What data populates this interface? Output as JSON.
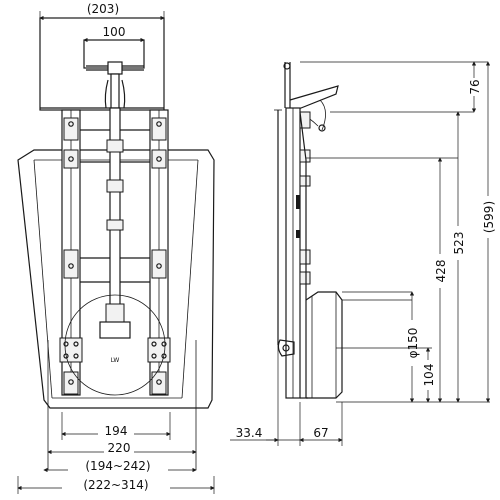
{
  "front_view": {
    "dim_top_width": "(203)",
    "dim_handle_width": "100",
    "dim_inner_width": "194",
    "dim_body_width": "220",
    "dim_range_width": "(194~242)",
    "dim_overall_width": "(222~314)",
    "bowl_mark": "LW"
  },
  "side_view": {
    "dim_top_height": "76",
    "dim_height_523": "523",
    "dim_overall_height": "(599)",
    "dim_height_428": "428",
    "dim_pipe_diameter": "φ150",
    "dim_height_104": "104",
    "dim_offset": "33.4",
    "dim_depth": "67"
  }
}
